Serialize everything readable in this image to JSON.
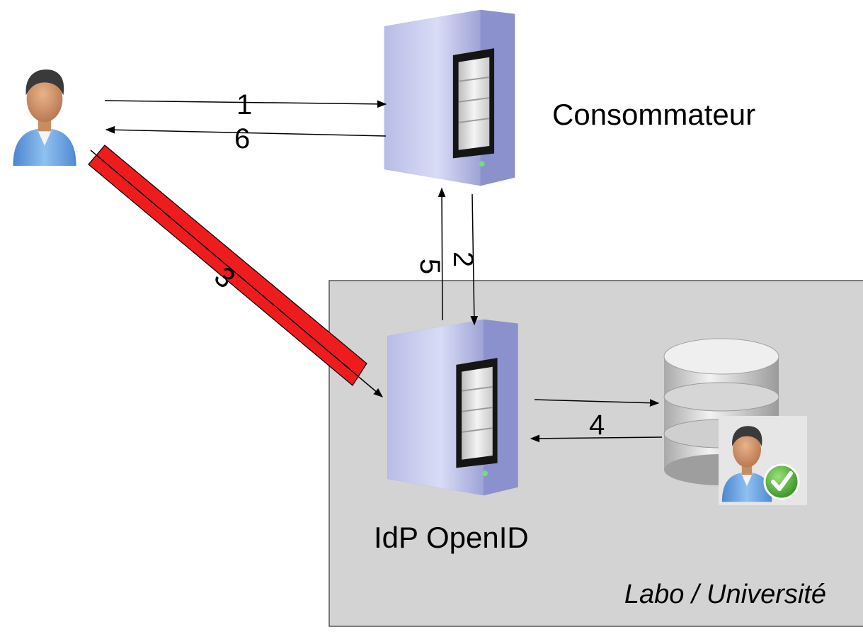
{
  "labels": {
    "consumer": "Consommateur",
    "idp": "IdP OpenID",
    "organization": "Labo / Université"
  },
  "steps": {
    "s1": "1",
    "s2": "2",
    "s3": "3",
    "s4": "4",
    "s5": "5",
    "s6": "6"
  },
  "icons": {
    "user": "user-icon",
    "consumer_server": "server-icon",
    "idp_server": "server-icon",
    "database": "database-icon",
    "verified_user": "verified-user-icon"
  },
  "colors": {
    "zone_fill": "#d3d3d3",
    "tunnel": "#ee1c1c",
    "arrow": "#000000"
  }
}
